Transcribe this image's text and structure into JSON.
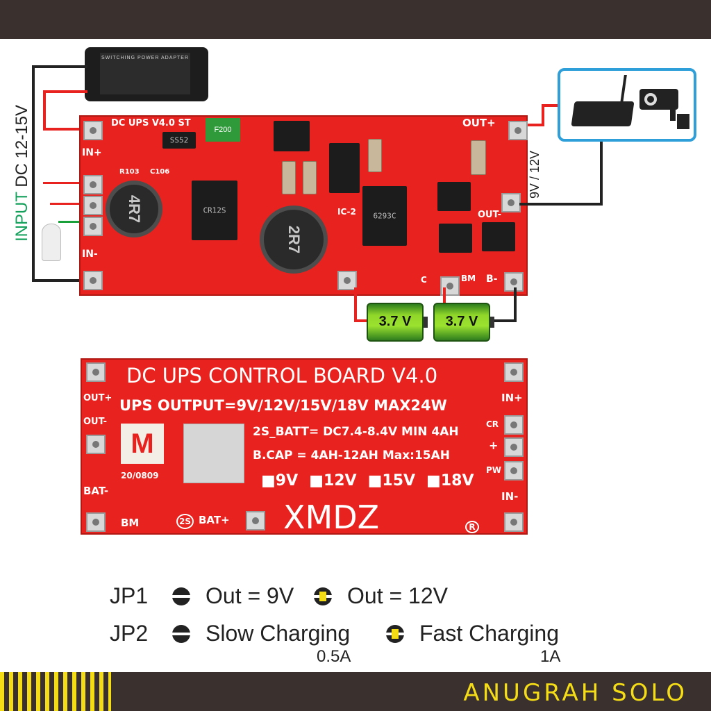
{
  "adapter": {
    "label": "SWITCHING POWER ADAPTER"
  },
  "input_label": {
    "prefix": "INPUT",
    "value": "DC 12-15V"
  },
  "output_label": {
    "value": "9V / 12V"
  },
  "board_top": {
    "title": "DC UPS V4.0 ST",
    "pads": {
      "in_plus": "IN+",
      "in_minus": "IN-",
      "out_plus": "OUT+",
      "out_minus": "OUT-",
      "bat_minus": "B-",
      "bm": "BM",
      "c": "C"
    },
    "chips": {
      "cr12s": "CR12S",
      "ic6293": "6293C",
      "ss52": "SS52",
      "f200": "F200"
    },
    "coils": {
      "left": "4R7",
      "center": "2R7"
    },
    "ic2": "IC-2",
    "c106": "C106",
    "r103": "R103"
  },
  "batteries": [
    {
      "label": "3.7 V"
    },
    {
      "label": "3.7 V"
    }
  ],
  "board_bottom": {
    "title": "DC UPS CONTROL BOARD V4.0",
    "output_line": "UPS OUTPUT=9V/12V/15V/18V MAX24W",
    "batt_line": "2S_BATT= DC7.4-8.4V MIN 4AH",
    "cap_line": "B.CAP = 4AH-12AH  Max:15AH",
    "voltages": [
      "9V",
      "12V",
      "15V",
      "18V"
    ],
    "pads": {
      "out_plus": "OUT+",
      "out_minus": "OUT-",
      "in_plus": "IN+",
      "in_minus": "IN-",
      "bat_minus": "BAT-",
      "bat_plus": "BAT+",
      "bm": "BM",
      "cr": "CR",
      "pw": "PW",
      "plus": "+",
      "twos": "2S"
    },
    "logo_letter": "M",
    "date_code": "20/0809",
    "brand": "XMDZ",
    "registered": "R"
  },
  "legend": {
    "jp1": {
      "name": "JP1",
      "opt1": "Out = 9V",
      "opt2": "Out = 12V"
    },
    "jp2": {
      "name": "JP2",
      "opt1": "Slow Charging",
      "opt1_sub": "0.5A",
      "opt2": "Fast Charging",
      "opt2_sub": "1A"
    }
  },
  "footer": {
    "brand": "ANUGRAH SOLO"
  },
  "colors": {
    "pcb": "#e8231f",
    "accent": "#f4dc16",
    "frame": "#2e9fd8",
    "bar": "#3a302e"
  }
}
